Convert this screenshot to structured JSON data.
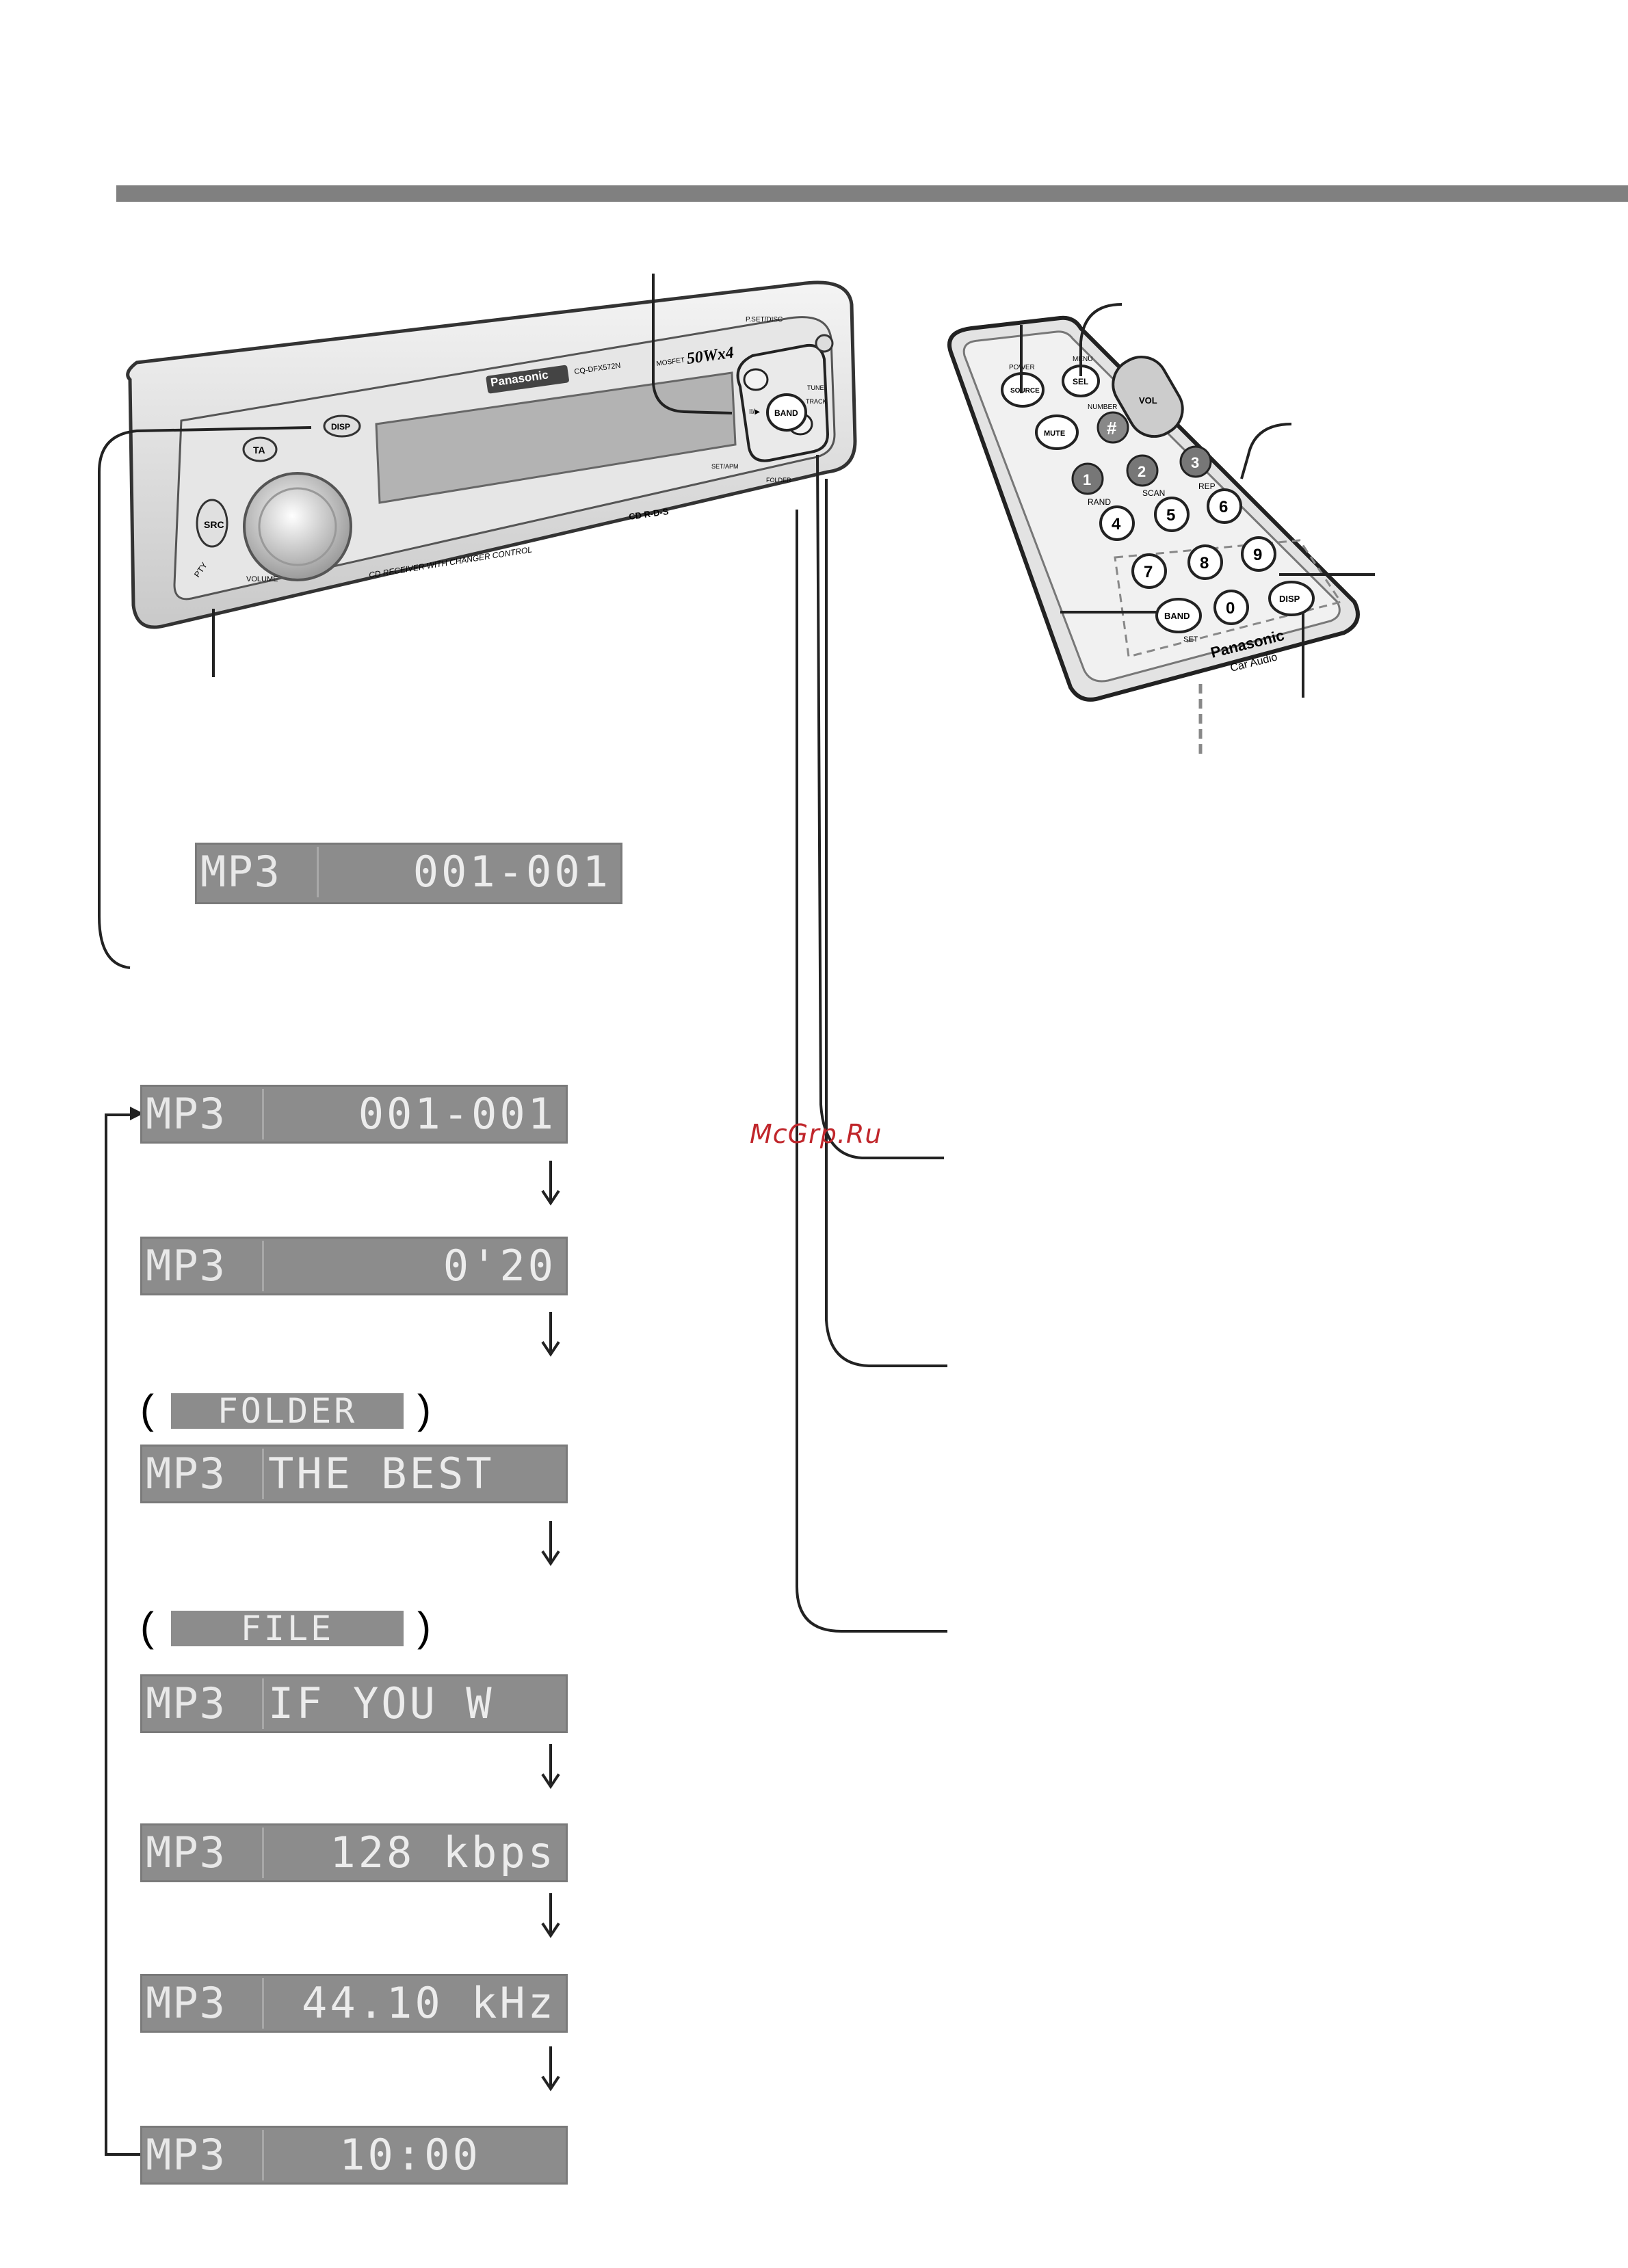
{
  "watermark": "McGrp.Ru",
  "panel": {
    "brand": "Panasonic",
    "model": "CQ-DFX572N",
    "power_rating": "50Wx4",
    "mosfet_label": "MOSFET",
    "subtitle": "CD RECEIVER WITH CHANGER CONTROL",
    "buttons": {
      "disp": "DISP",
      "ta": "TA",
      "src": "SRC",
      "band": "BAND",
      "pty": "PTY",
      "volume": "VOLUME",
      "pset_disc": "P.SET/DISC",
      "up_down": "SET/APM",
      "tune": "TUNE",
      "track": "TRACK",
      "folder": "FOLDER",
      "play_pause": "II/▶"
    },
    "rds_logo": "CD R-D-S"
  },
  "remote": {
    "brand": "Panasonic",
    "brand_sub": "Car Audio",
    "buttons": {
      "power": "POWER",
      "source": "SOURCE",
      "menu": "MENU",
      "sel": "SEL",
      "vol": "VOL",
      "mute": "MUTE",
      "number": "NUMBER",
      "hash": "#",
      "n1": "1",
      "n2": "2",
      "n3": "3",
      "rand": "RAND",
      "scan": "SCAN",
      "rep": "REP",
      "n4": "4",
      "n5": "5",
      "n6": "6",
      "n7": "7",
      "n8": "8",
      "n9": "9",
      "n0": "0",
      "band": "BAND",
      "set": "SET",
      "disp": "DISP"
    }
  },
  "displays": {
    "initial": {
      "mode": "MP3",
      "text": "001-001"
    },
    "sequence": [
      {
        "mode": "MP3",
        "text": "001-001"
      },
      {
        "mode": "MP3",
        "text": "0'20"
      },
      {
        "label": "FOLDER",
        "mode": "MP3",
        "text": "THE BEST"
      },
      {
        "label": "FILE",
        "mode": "MP3",
        "text": "IF YOU W"
      },
      {
        "mode": "MP3",
        "text": "128 kbps"
      },
      {
        "mode": "MP3",
        "text": "44.10 kHz"
      },
      {
        "mode": "MP3",
        "text": "10:00"
      }
    ]
  }
}
